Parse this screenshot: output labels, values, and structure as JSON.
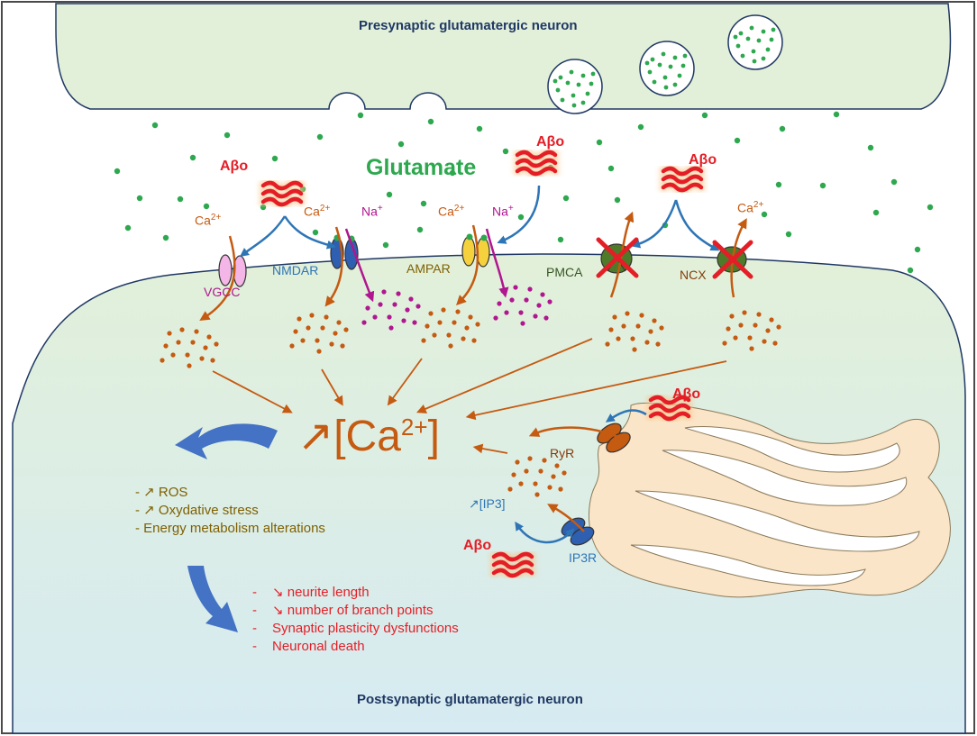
{
  "labels": {
    "presynaptic": "Presynaptic glutamatergic neuron",
    "postsynaptic": "Postsynaptic glutamatergic neuron",
    "glutamate": "Glutamate",
    "abo": "Aβo",
    "ca_base": "Ca",
    "ca_sup": "2+",
    "na_base": "Na",
    "na_sup": "+",
    "vgcc": "VGCC",
    "nmdar": "NMDAR",
    "ampar": "AMPAR",
    "pmca": "PMCA",
    "ncx": "NCX",
    "ryr": "RyR",
    "ip3": "↗[IP3]",
    "ip3r": "IP3R",
    "central": {
      "prefix": "↗[Ca",
      "sup": "2+",
      "suffix": "]"
    }
  },
  "effects_primary": [
    "- ↗ ROS",
    "- ↗ Oxydative stress",
    "- Energy metabolism alterations"
  ],
  "effects_secondary": [
    {
      "dash": "-",
      "text": "↘ neurite length"
    },
    {
      "dash": "-",
      "text": "↘ number of branch points"
    },
    {
      "dash": "-",
      "text": "Synaptic plasticity dysfunctions"
    },
    {
      "dash": "-",
      "text": "Neuronal death"
    }
  ],
  "colors": {
    "calcium": "#c55a11",
    "sodium": "#b0168f",
    "abeta": "#e41e26",
    "glutamate": "#2ea84f",
    "neuron_fill": "#e2f0d9",
    "er_fill": "#fbe5c8",
    "blue_arrow": "#2e75b6",
    "title": "#1f3864",
    "effects_primary": "#7f6000",
    "effects_secondary": "#e41e26"
  }
}
